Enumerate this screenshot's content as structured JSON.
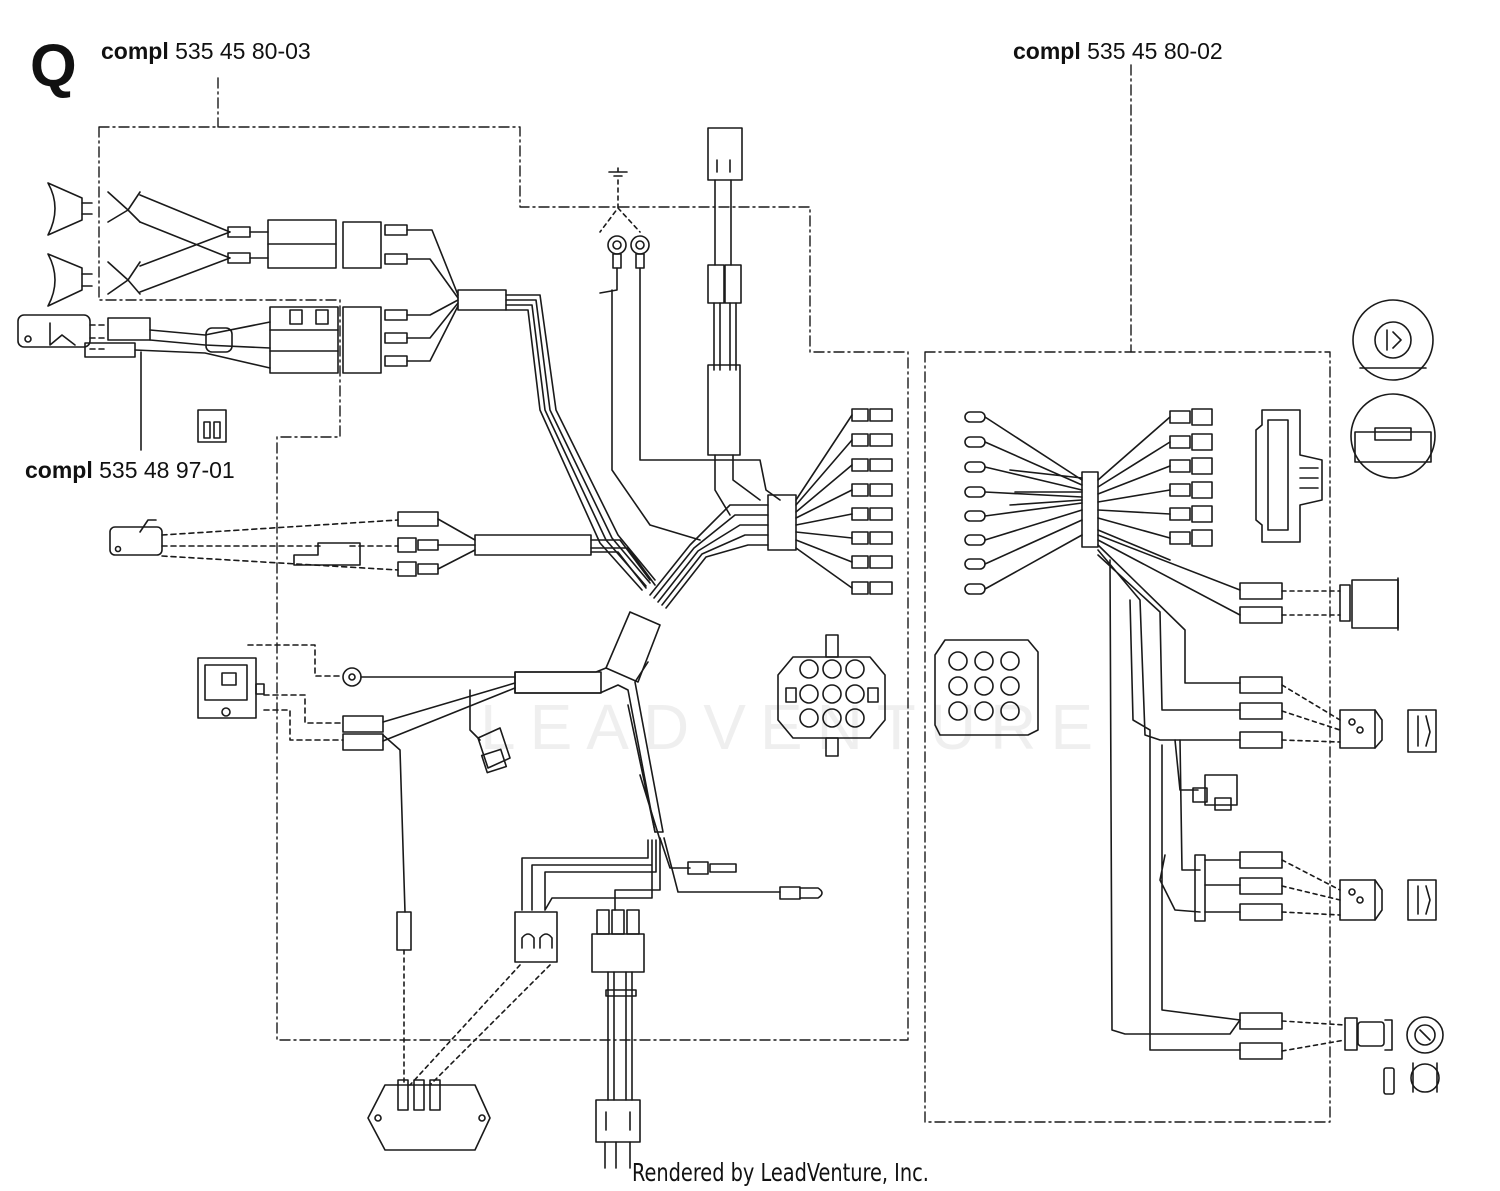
{
  "section_letter": "Q",
  "callouts": [
    {
      "prefix": "compl",
      "number": "535 45 80-03"
    },
    {
      "prefix": "compl",
      "number": "535 45 80-02"
    },
    {
      "prefix": "compl",
      "number": "535 48 97-01"
    }
  ],
  "watermark_text": "LEADVENTURE",
  "credit": "Rendered by LeadVenture, Inc."
}
